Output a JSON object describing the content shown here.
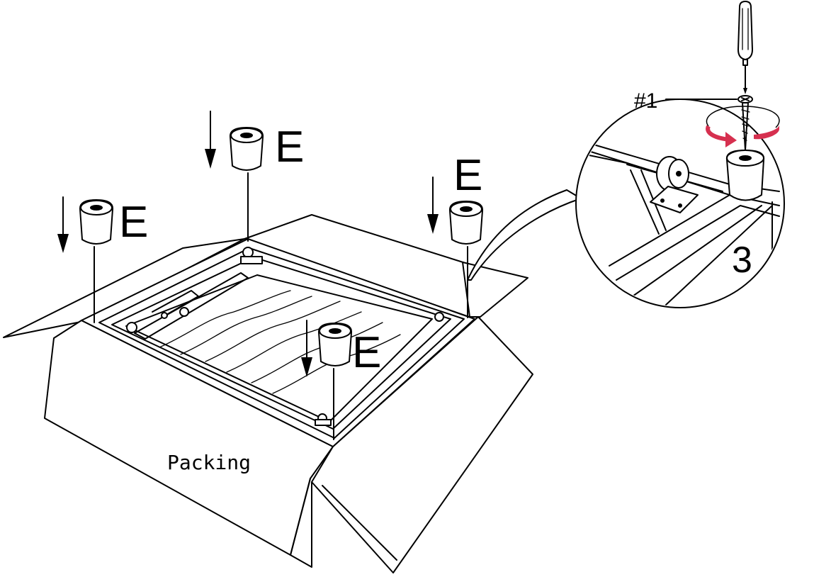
{
  "diagram": {
    "box_label": "Packing",
    "step_number": "3",
    "part_label": "#1",
    "foot_labels": [
      "E",
      "E",
      "E",
      "E"
    ],
    "accent_color": "#d6304f",
    "icons": [
      "screwdriver-icon",
      "screw-icon",
      "rotation-arrow-icon",
      "down-arrow-icon",
      "foot-icon",
      "caster-wheel-icon"
    ]
  }
}
